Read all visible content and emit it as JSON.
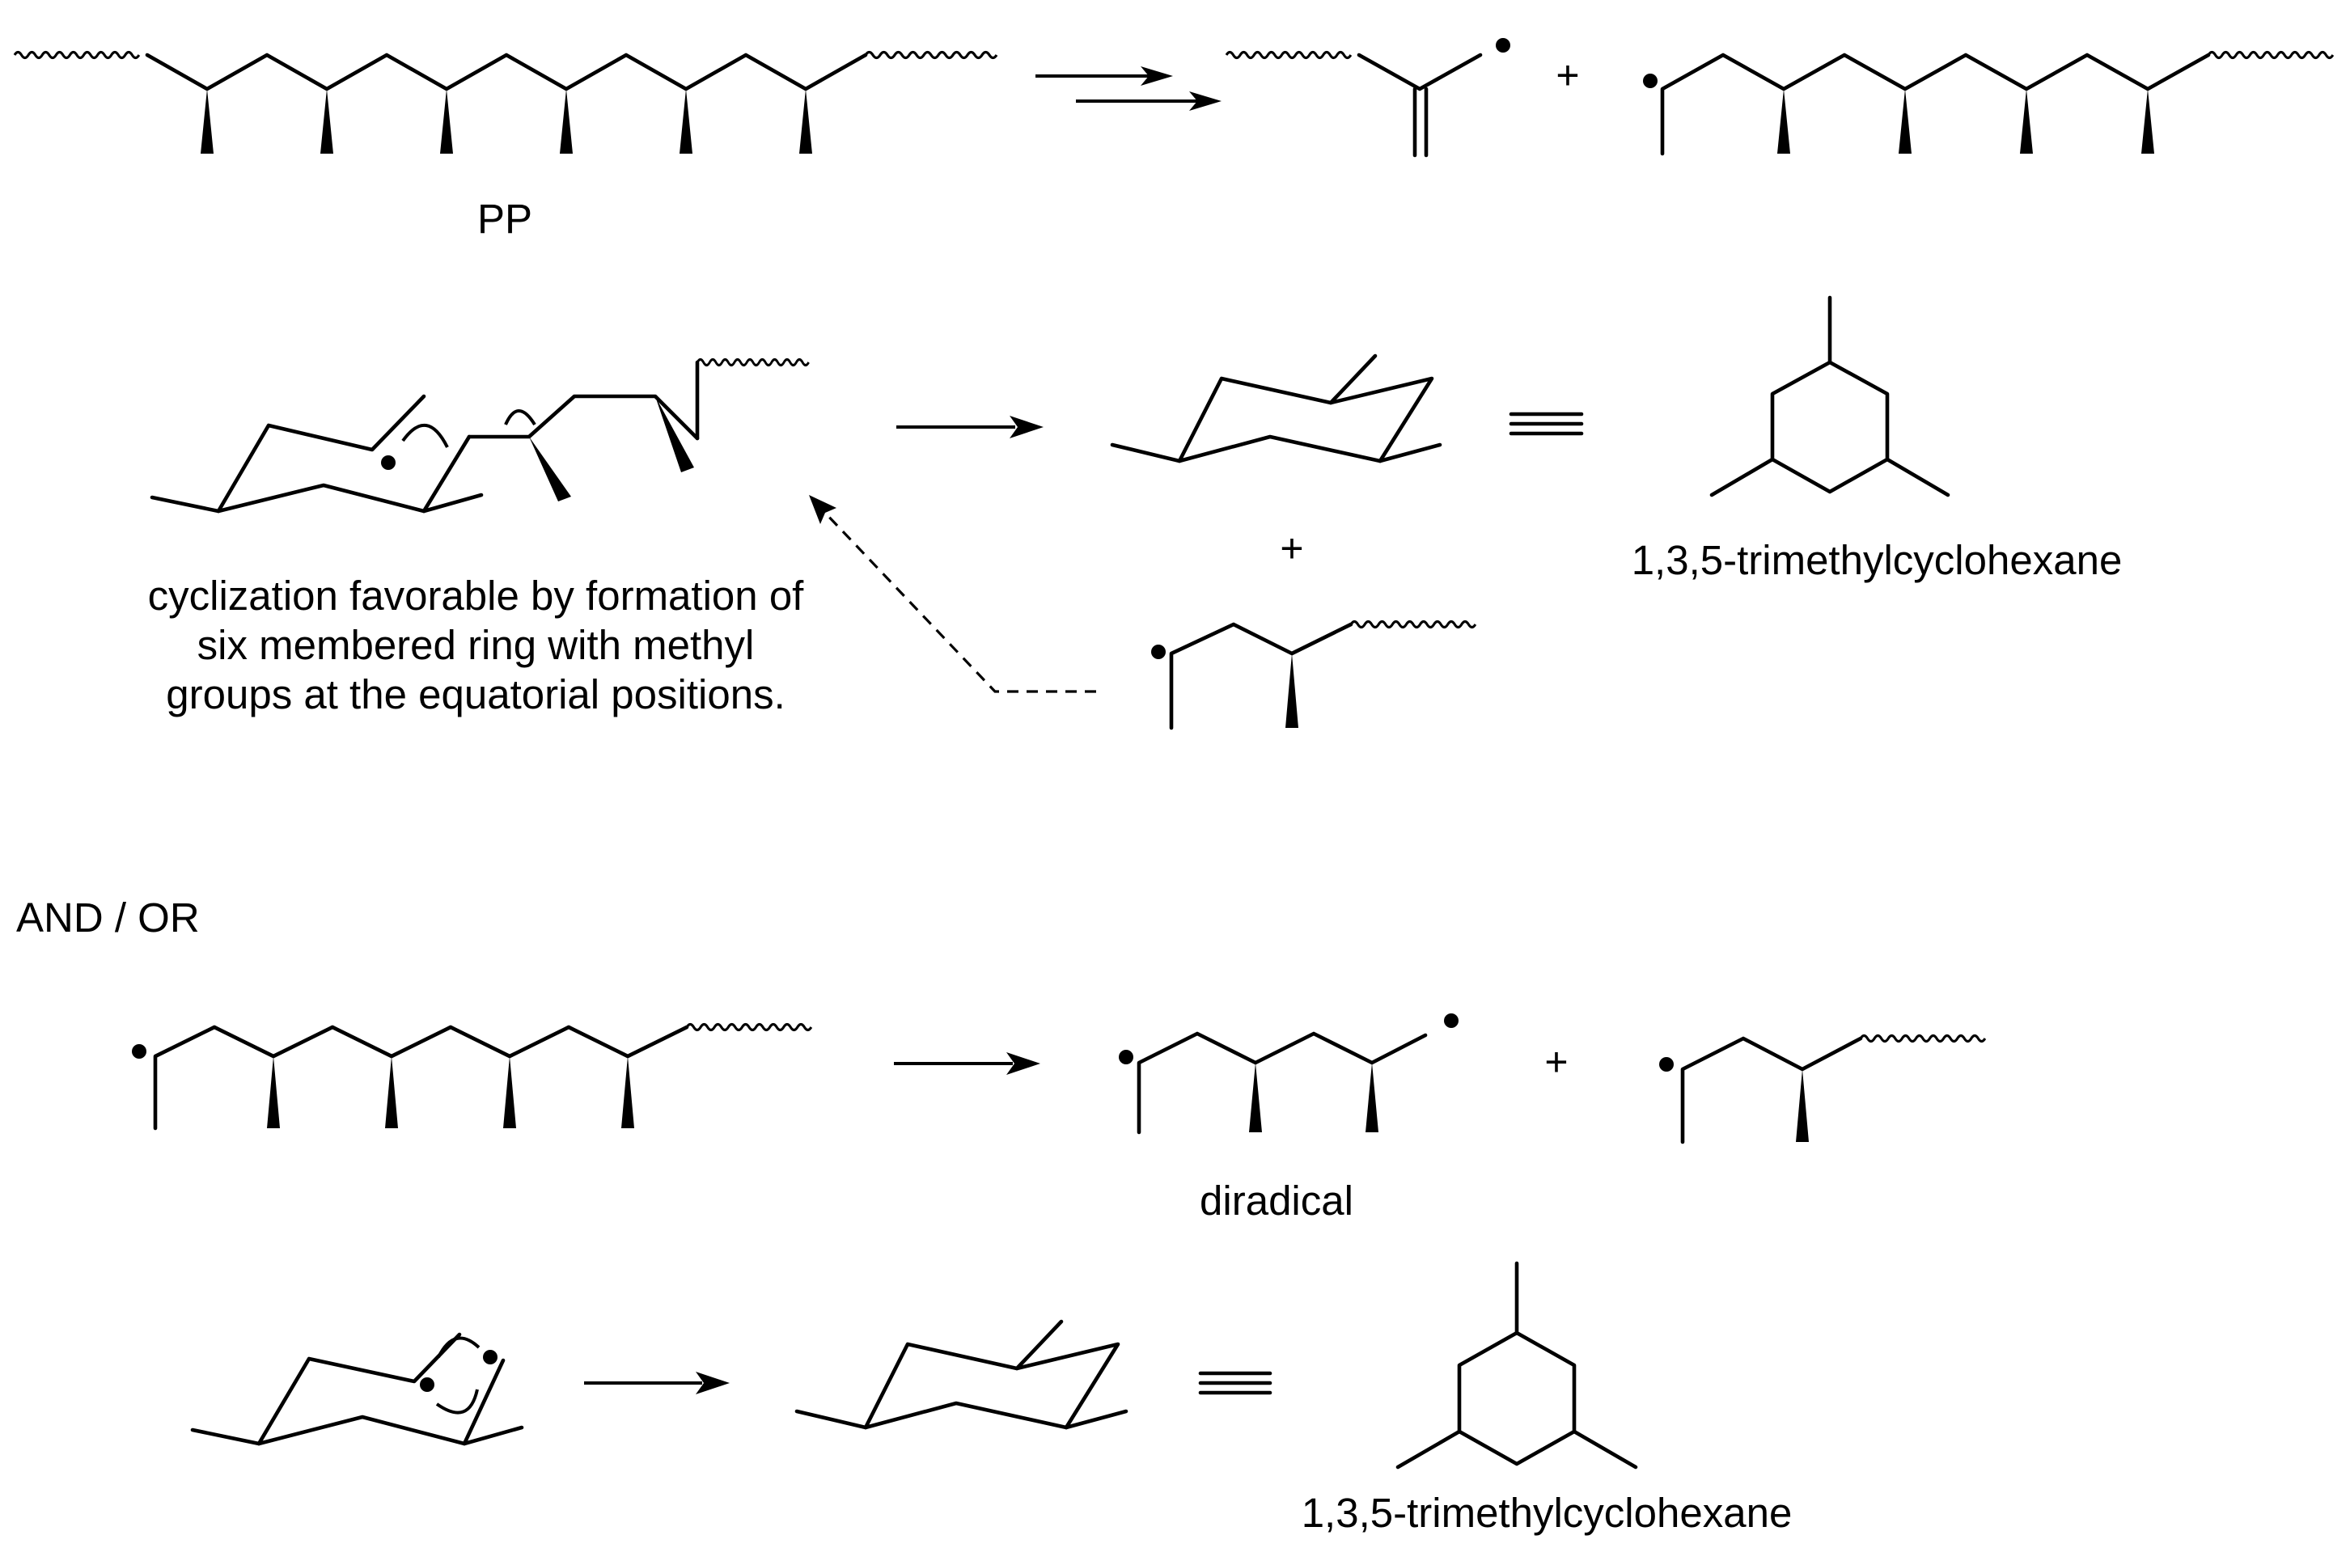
{
  "labels": {
    "pp": "PP",
    "cyclization_note": "cyclization favorable by formation of six membered ring with methyl groups at the equatorial positions.",
    "product_1": "1,3,5-trimethylcyclohexane",
    "and_or": "AND / OR",
    "diradical": "diradical",
    "product_2": "1,3,5-trimethylcyclohexane"
  },
  "symbols": {
    "plus": "+"
  },
  "icons": {
    "radical": "radical-dot-icon",
    "single_reaction_arrow": "reaction-arrow-icon",
    "double_reaction_arrow": "multistep-arrow-icon",
    "equivalence": "equivalence-sign-icon",
    "electron_arrow": "curved-electron-arrow-icon",
    "dashed_arrow": "dashed-arrow-icon"
  },
  "colors": {
    "ink": "#000000",
    "background": "#ffffff"
  }
}
